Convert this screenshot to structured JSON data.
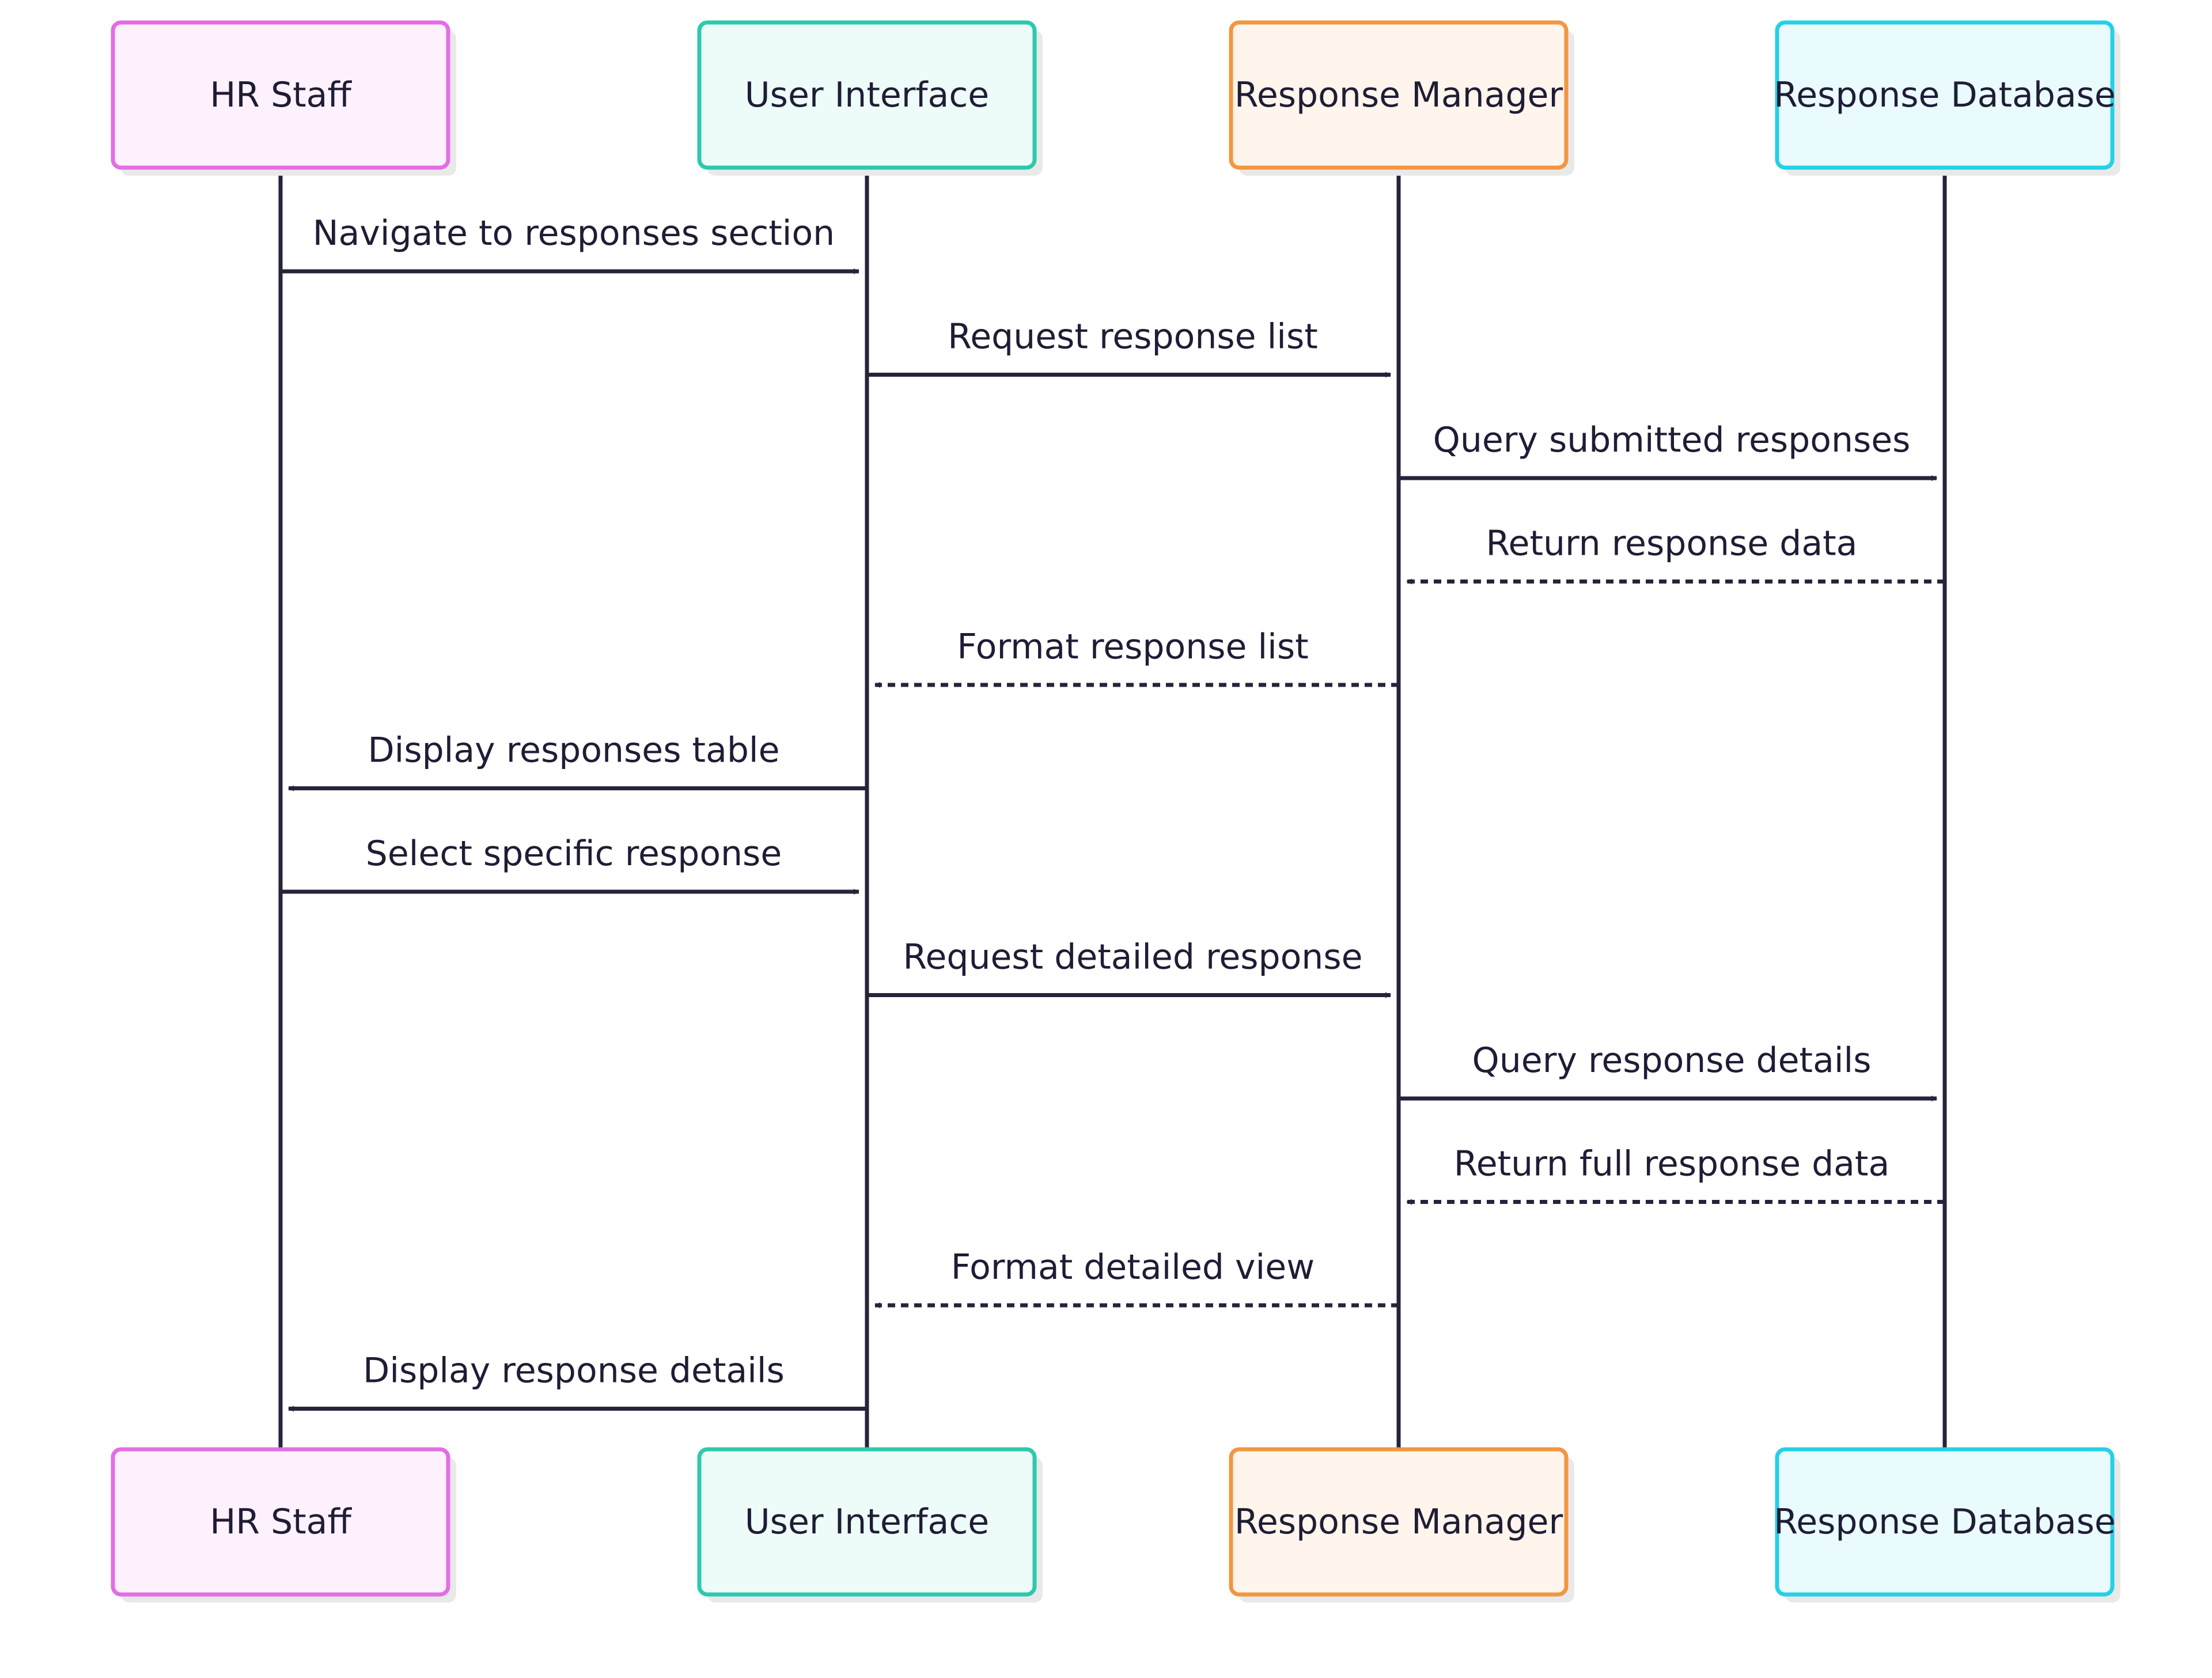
{
  "colors": {
    "line": "#26243b",
    "text": "#1f1d35",
    "shadow": "#e9e9e9"
  },
  "actors": [
    {
      "id": "hr",
      "label": "HR Staff",
      "border": "#e46de6",
      "fill": "#fdf1fd"
    },
    {
      "id": "ui",
      "label": "User Interface",
      "border": "#2cc9ad",
      "fill": "#edfcf8"
    },
    {
      "id": "rm",
      "label": "Response Manager",
      "border": "#f29640",
      "fill": "#fff5ec"
    },
    {
      "id": "db",
      "label": "Response Database",
      "border": "#25d0e8",
      "fill": "#e9fbfd"
    }
  ],
  "messages": [
    {
      "from": "hr",
      "to": "ui",
      "label": "Navigate to responses section",
      "style": "solid"
    },
    {
      "from": "ui",
      "to": "rm",
      "label": "Request response list",
      "style": "solid"
    },
    {
      "from": "rm",
      "to": "db",
      "label": "Query submitted responses",
      "style": "solid"
    },
    {
      "from": "db",
      "to": "rm",
      "label": "Return response data",
      "style": "dashed"
    },
    {
      "from": "rm",
      "to": "ui",
      "label": "Format response list",
      "style": "dashed"
    },
    {
      "from": "ui",
      "to": "hr",
      "label": "Display responses table",
      "style": "solid"
    },
    {
      "from": "hr",
      "to": "ui",
      "label": "Select specific response",
      "style": "solid"
    },
    {
      "from": "ui",
      "to": "rm",
      "label": "Request detailed response",
      "style": "solid"
    },
    {
      "from": "rm",
      "to": "db",
      "label": "Query response details",
      "style": "solid"
    },
    {
      "from": "db",
      "to": "rm",
      "label": "Return full response data",
      "style": "dashed"
    },
    {
      "from": "rm",
      "to": "ui",
      "label": "Format detailed view",
      "style": "dashed"
    },
    {
      "from": "ui",
      "to": "hr",
      "label": "Display response details",
      "style": "solid"
    }
  ]
}
